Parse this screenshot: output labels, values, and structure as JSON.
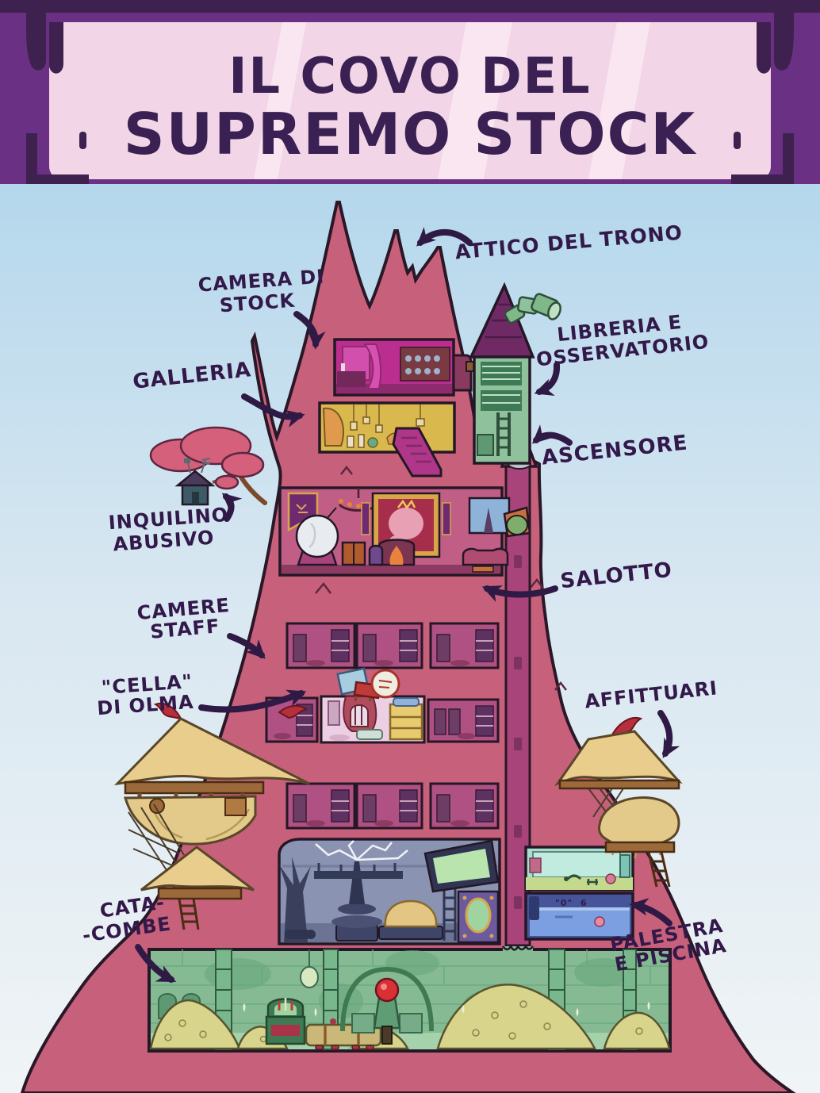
{
  "poster": {
    "title_line1": "IL COVO DEL",
    "title_line2": "SUPREMO STOCK"
  },
  "labels": {
    "attico": "ATTICO DEL TRONO",
    "camera_1": "CAMERA DI",
    "camera_2": "STOCK",
    "libreria_1": "LIBRERIA E",
    "libreria_2": "OSSERVATORIO",
    "galleria": "GALLERIA",
    "ascensore": "ASCENSORE",
    "inquilino_1": "INQUILINO",
    "inquilino_2": "ABUSIVO",
    "salotto": "SALOTTO",
    "camere_1": "CAMERE",
    "camere_2": "STAFF",
    "cella_1": "\"CELLA\"",
    "cella_2": "DI OLMA",
    "affittuari": "AFFITTUARI",
    "catacombe_1": "CATA-",
    "catacombe_2": "-COMBE",
    "palestra_1": "PALESTRA",
    "palestra_2": "E PISCINA"
  },
  "pool": {
    "depth_mark_1": "\"0\"",
    "depth_mark_2": "6"
  },
  "colors": {
    "frame_purple": "#6a3084",
    "frame_dark": "#3f2150",
    "sign_pink": "#f2d6e8",
    "sign_stripe": "#f9e6f1",
    "title_ink": "#3b2153",
    "label_ink": "#32194a",
    "sky_top": "#bcd9ec",
    "sky_bottom": "#eef3f6",
    "tower_pink": "#c7617b",
    "outline_dark": "#2a1728",
    "elevator_magenta": "#a84479",
    "room_stock_magenta": "#bb2e90",
    "room_galleria_gold": "#d9b94d",
    "library_green": "#8fc29c",
    "roof_purple": "#6f2a66",
    "salotto_pink": "#c05e86",
    "staff_room_pink": "#b05184",
    "cella_light_pink": "#eccfe2",
    "lab_blue": "#8b93b3",
    "gym_teal": "#a8ddd0",
    "pool_blue": "#7b9fe0",
    "catacomb_green": "#85ba93",
    "gold_pile": "#d9d58e",
    "tent_tan": "#e8cd8d",
    "flag_red": "#b5303a",
    "orb_red": "#d93036"
  }
}
